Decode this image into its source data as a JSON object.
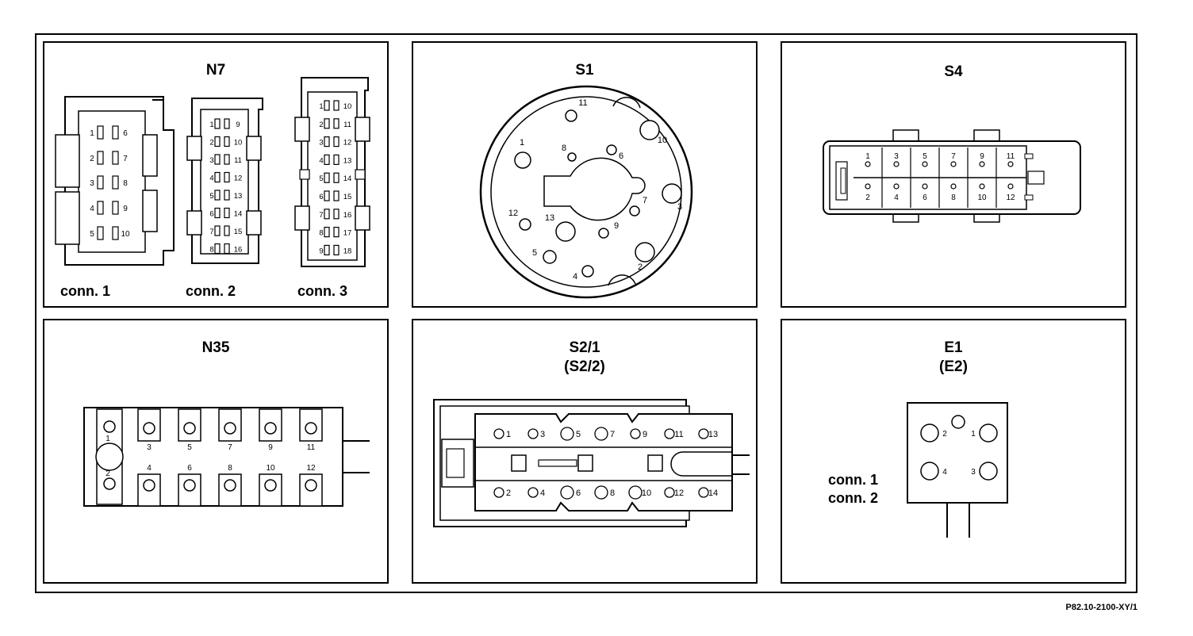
{
  "panels": {
    "n7": {
      "title": "N7",
      "connectors": [
        {
          "label": "conn. 1",
          "pairs": [
            [
              "1",
              "6"
            ],
            [
              "2",
              "7"
            ],
            [
              "3",
              "8"
            ],
            [
              "4",
              "9"
            ],
            [
              "5",
              "10"
            ]
          ]
        },
        {
          "label": "conn. 2",
          "pairs": [
            [
              "1",
              "9"
            ],
            [
              "2",
              "10"
            ],
            [
              "3",
              "11"
            ],
            [
              "4",
              "12"
            ],
            [
              "5",
              "13"
            ],
            [
              "6",
              "14"
            ],
            [
              "7",
              "15"
            ],
            [
              "8",
              "16"
            ]
          ]
        },
        {
          "label": "conn. 3",
          "pairs": [
            [
              "1",
              "10"
            ],
            [
              "2",
              "11"
            ],
            [
              "3",
              "12"
            ],
            [
              "4",
              "13"
            ],
            [
              "5",
              "14"
            ],
            [
              "6",
              "15"
            ],
            [
              "7",
              "16"
            ],
            [
              "8",
              "17"
            ],
            [
              "9",
              "18"
            ]
          ]
        }
      ]
    },
    "s1": {
      "title": "S1",
      "pins": [
        "1",
        "2",
        "3",
        "4",
        "5",
        "6",
        "7",
        "8",
        "9",
        "10",
        "11",
        "12",
        "13"
      ]
    },
    "s4": {
      "title": "S4",
      "top_pins": [
        "1",
        "3",
        "5",
        "7",
        "9",
        "11"
      ],
      "bottom_pins": [
        "2",
        "4",
        "6",
        "8",
        "10",
        "12"
      ]
    },
    "n35": {
      "title": "N35",
      "left_pins": [
        "1",
        "2"
      ],
      "top_pins": [
        "3",
        "5",
        "7",
        "9",
        "11"
      ],
      "bottom_pins": [
        "4",
        "6",
        "8",
        "10",
        "12"
      ]
    },
    "s21": {
      "title": "S2/1",
      "subtitle": "(S2/2)",
      "top_pins": [
        "1",
        "3",
        "5",
        "7",
        "9",
        "11",
        "13"
      ],
      "bottom_pins": [
        "2",
        "4",
        "6",
        "8",
        "10",
        "12",
        "14"
      ]
    },
    "e1": {
      "title": "E1",
      "subtitle": "(E2)",
      "pins": [
        "1",
        "2",
        "3",
        "4"
      ],
      "labels": [
        "conn. 1",
        "conn. 2"
      ]
    }
  },
  "footer": "P82.10-2100-XY/1"
}
